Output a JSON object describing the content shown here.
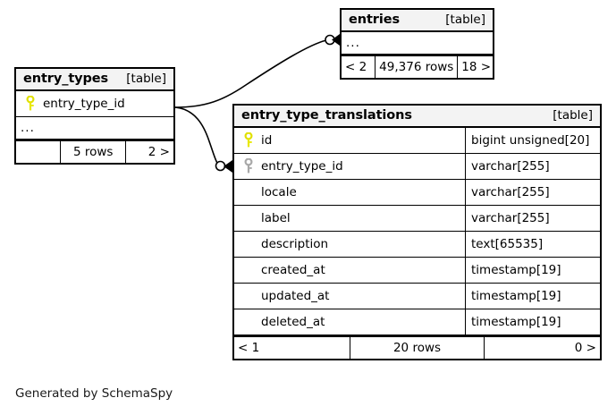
{
  "diagram": {
    "tool_credit": "Generated by SchemaSpy",
    "table_tag": "[table]",
    "key_icons": {
      "primary": "primary-key-icon",
      "foreign": "foreign-key-icon"
    },
    "colors": {
      "primary_key": "#e8e800",
      "foreign_key": "#a8a8a8",
      "header_background": "#f3f3f3",
      "border": "#000000",
      "background": "#ffffff"
    }
  },
  "tables": {
    "entry_types": {
      "name": "entry_types",
      "tag": "[table]",
      "columns": [
        {
          "key": "primary",
          "name": "entry_type_id"
        }
      ],
      "more_indicator": "...",
      "footer": {
        "left": "",
        "center": "5 rows",
        "right": "2 >"
      }
    },
    "entries": {
      "name": "entries",
      "tag": "[table]",
      "columns": [],
      "more_indicator": "...",
      "footer": {
        "left": "< 2",
        "center": "49,376 rows",
        "right": "18 >"
      }
    },
    "entry_type_translations": {
      "name": "entry_type_translations",
      "tag": "[table]",
      "columns": [
        {
          "key": "primary",
          "name": "id",
          "type": "bigint unsigned[20]"
        },
        {
          "key": "foreign",
          "name": "entry_type_id",
          "type": "varchar[255]"
        },
        {
          "key": "none",
          "name": "locale",
          "type": "varchar[255]"
        },
        {
          "key": "none",
          "name": "label",
          "type": "varchar[255]"
        },
        {
          "key": "none",
          "name": "description",
          "type": "text[65535]"
        },
        {
          "key": "none",
          "name": "created_at",
          "type": "timestamp[19]"
        },
        {
          "key": "none",
          "name": "updated_at",
          "type": "timestamp[19]"
        },
        {
          "key": "none",
          "name": "deleted_at",
          "type": "timestamp[19]"
        }
      ],
      "footer": {
        "left": "< 1",
        "center": "20 rows",
        "right": "0 >"
      }
    }
  },
  "relationships": [
    {
      "name": "entry-types-to-entries",
      "from_table": "entry_types",
      "from_column": "entry_type_id",
      "to_table": "entries",
      "to_column": "...",
      "cardinality": "zero-or-many"
    },
    {
      "name": "entry-types-to-entry-type-translations",
      "from_table": "entry_types",
      "from_column": "entry_type_id",
      "to_table": "entry_type_translations",
      "to_column": "entry_type_id",
      "cardinality": "zero-or-many"
    }
  ]
}
